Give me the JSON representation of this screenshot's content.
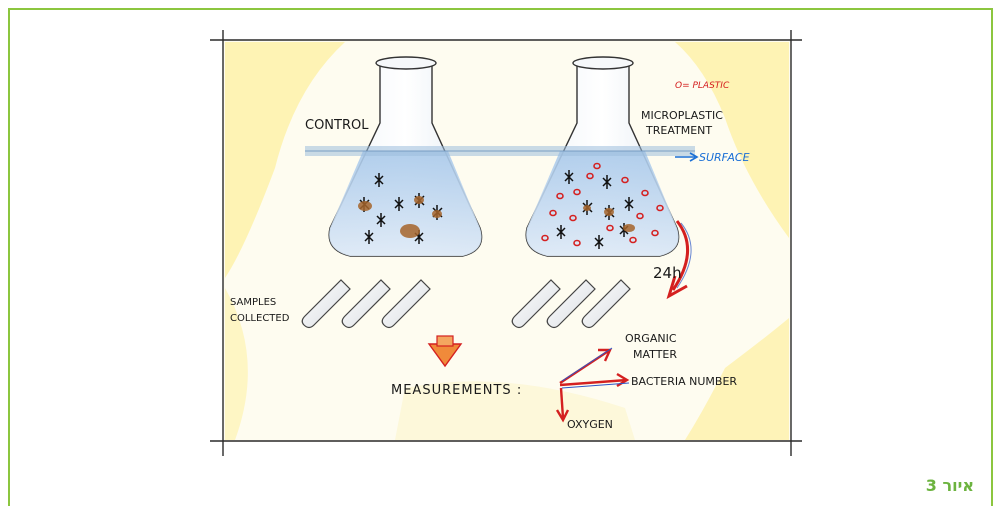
{
  "caption": {
    "text": "איור 3"
  },
  "legend": {
    "plastic": "O= PLASTIC"
  },
  "flasks": {
    "control_label": "CONTROL",
    "treatment_label_line1": "MICROPLASTIC",
    "treatment_label_line2": "TREATMENT"
  },
  "surface_label": "SURFACE",
  "time_label": "24h",
  "samples_label_line1": "SAMPLES",
  "samples_label_line2": "COLLECTED",
  "measurements": {
    "label": "MEASUREMENTS :",
    "organic_line1": "ORGANIC",
    "organic_line2": "MATTER",
    "bacteria": "BACTERIA NUMBER",
    "oxygen": "OXYGEN"
  },
  "colors": {
    "frame": "#8cc63f",
    "caption": "#6cb33f",
    "plastic_red": "#d42020",
    "surface_blue": "#1a6fd6",
    "wash_yellow": "#fdf3a8",
    "water_blue": "#bcd6ee"
  }
}
